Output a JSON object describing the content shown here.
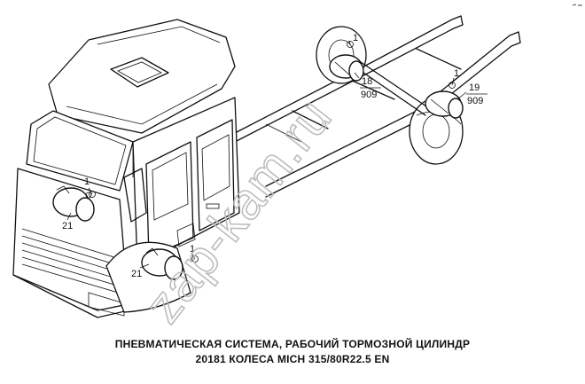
{
  "callouts": {
    "a": "1",
    "b": "21",
    "c": "21",
    "d": "1",
    "e_num": "18",
    "e_den": "909",
    "f": "1",
    "g_num": "19",
    "g_den": "909"
  },
  "watermark": "zap-kam.ru",
  "caption": {
    "line1": "ПНЕВМАТИЧЕСКАЯ СИСТЕМА, РАБОЧИЙ ТОРМОЗНОЙ ЦИЛИНДР",
    "line2": "20181  КОЛЕСА MICH 315/80R22.5 EN"
  }
}
